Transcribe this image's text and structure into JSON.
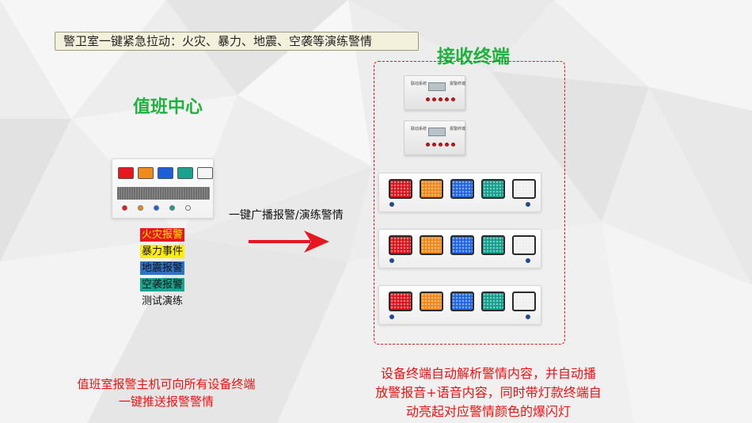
{
  "banner": {
    "text": "警卫室一键紧急拉动：火灾、暴力、地震、空袭等演练警情"
  },
  "duty_center": {
    "title": "值班中心",
    "panel_icon": "control-panel-icon",
    "lamp_colors": [
      "#e8161f",
      "#f08a1a",
      "#1d5fd6",
      "#16a38f",
      "#f4f4f4"
    ],
    "knob_colors": [
      "#e8161f",
      "#f08a1a",
      "#1d5fd6",
      "#16a38f",
      "#f4f4f4"
    ],
    "legend": [
      {
        "label": "火灾报警",
        "bg": "#e8161f",
        "fg": "#ffe600"
      },
      {
        "label": "暴力事件",
        "bg": "#ffee00",
        "fg": "#111111"
      },
      {
        "label": "地震报警",
        "bg": "#2f73c6",
        "fg": "#111111"
      },
      {
        "label": "空袭报警",
        "bg": "#1aa592",
        "fg": "#111111"
      },
      {
        "label": "测试演练",
        "bg": "transparent",
        "fg": "#111111"
      }
    ],
    "note": [
      "值班室报警主机可向所有设备终端",
      "一键推送报警警情"
    ]
  },
  "arrow": {
    "label": "一键广播报警/演练警情",
    "color": "#e8161f",
    "icon": "arrow-right-icon"
  },
  "receiver": {
    "title": "接收终端",
    "frame_color": "#e0161d",
    "small_boxes": [
      {
        "label_left": "联动系统",
        "label_right": "报警终端"
      },
      {
        "label_left": "联动系统",
        "label_right": "报警终端"
      }
    ],
    "strip_lamp_colors": [
      "#d8121b",
      "#f08616",
      "#1e63e0",
      "#109e8a",
      "#efefef"
    ],
    "note": [
      "设备终端自动解析警情内容，并自动播",
      "放警报音+语音内容，同时带灯款终端自",
      "动亮起对应警情颜色的爆闪灯"
    ]
  },
  "colors": {
    "accent_green": "#1db33c",
    "note_red": "#ee1111",
    "background": "#eeeeee"
  }
}
